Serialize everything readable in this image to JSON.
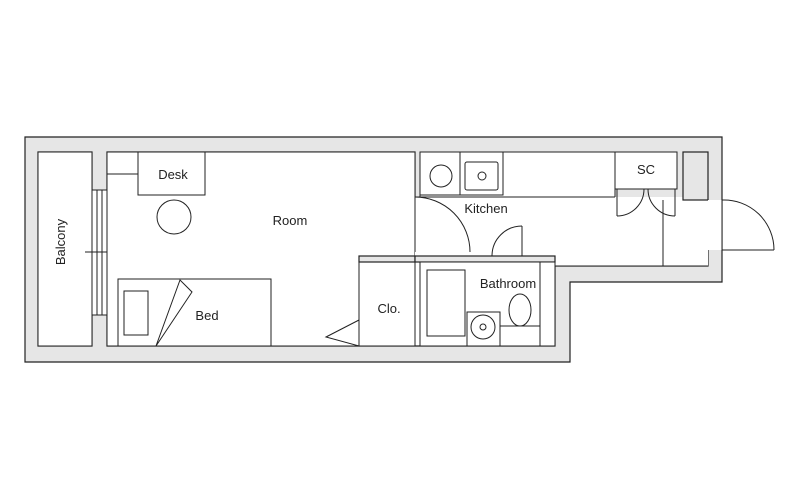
{
  "floorplan": {
    "rooms": {
      "balcony": "Balcony",
      "desk": "Desk",
      "room": "Room",
      "kitchen": "Kitchen",
      "sc": "SC",
      "bed": "Bed",
      "closet": "Clo.",
      "bathroom": "Bathroom"
    }
  }
}
